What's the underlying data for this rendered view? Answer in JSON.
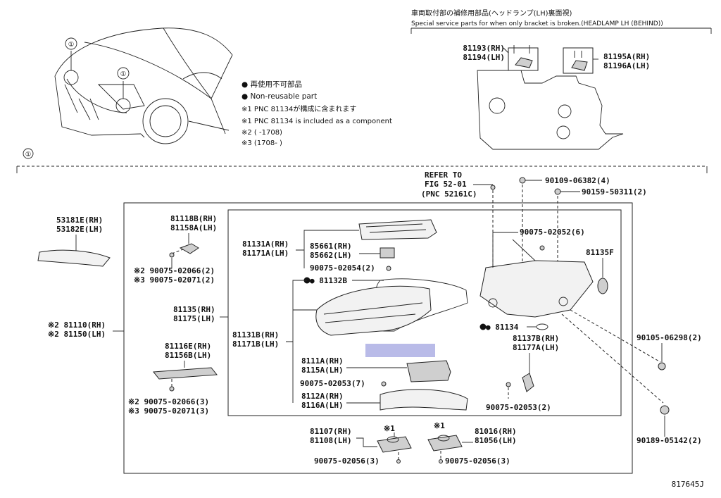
{
  "header": {
    "title_jp": "車両取付部の補修用部品(ヘッドランプ(LH)裏面視)",
    "title_en": "Special service parts for when only bracket is broken.(HEADLAMP LH (BEHIND))"
  },
  "callout": {
    "number": "①"
  },
  "legend": {
    "nonreuse_jp": "● 再使用不可部品",
    "nonreuse_en": "● Non-reusable part",
    "note1_jp": "※1 PNC 81134が構成に含まれます",
    "note1_en": "※1 PNC 81134 is included as a component",
    "note2": "※2 (      -1708)",
    "note3": "※3 (1708-      )"
  },
  "refer": {
    "line1": "REFER TO",
    "line2": "FIG 52-01",
    "line3": "(PNC 52161C)"
  },
  "parts": {
    "p81193": "81193(RH)",
    "p81194": "81194(LH)",
    "p81195": "81195A(RH)",
    "p81196": "81196A(LH)",
    "p53181": "53181E(RH)",
    "p53182": "53182E(LH)",
    "p81110": "※2 81110(RH)",
    "p81150": "※2 81150(LH)",
    "p81118": "81118B(RH)",
    "p81158": "81158A(LH)",
    "s2_02066_2": "※2 90075-02066(2)",
    "s3_02071_2": "※3 90075-02071(2)",
    "p81135": "81135(RH)",
    "p81175": "81175(LH)",
    "p81116": "81116E(RH)",
    "p81156": "81156B(LH)",
    "s2_02066_3": "※2 90075-02066(3)",
    "s3_02071_3": "※3 90075-02071(3)",
    "p81131a": "81131A(RH)",
    "p81171a": "81171A(LH)",
    "p85661": "85661(RH)",
    "p85662": "85662(LH)",
    "s02054": "90075-02054(2)",
    "p81132b": "● 81132B",
    "p81131b": "81131B(RH)",
    "p81171b": "81171B(LH)",
    "p8111a": "8111A(RH)",
    "p8115a": "8115A(LH)",
    "s02053_7": "90075-02053(7)",
    "p8112a": "8112A(RH)",
    "p8116a": "8116A(LH)",
    "s06382": "90109-06382(4)",
    "s50311": "90159-50311(2)",
    "s02052": "90075-02052(6)",
    "p81135f": "81135F",
    "p81134": "● 81134",
    "p81137b": "81137B(RH)",
    "p81177a": "81177A(LH)",
    "s02053_2": "90075-02053(2)",
    "s06298": "90105-06298(2)",
    "s05142": "90189-05142(2)",
    "p81107": "81107(RH)",
    "p81108": "81108(LH)",
    "mark1a": "※1",
    "mark1b": "※1",
    "p81016": "81016(RH)",
    "p81056": "81056(LH)",
    "s02056_a": "90075-02056(3)",
    "s02056_b": "90075-02056(3)"
  },
  "figure_id": "817645J",
  "colors": {
    "highlight": "#b9bbe8",
    "line": "#222222"
  }
}
